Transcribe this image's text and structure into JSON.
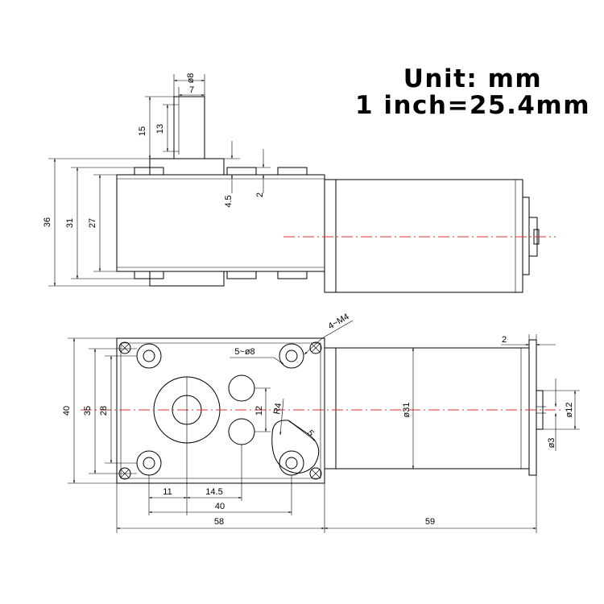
{
  "header": {
    "unit_text": "Unit: mm",
    "conversion_text": "1 inch=25.4mm"
  },
  "side_view": {
    "dims": {
      "total_height": "36",
      "body_height_outer": "31",
      "body_height_inner": "27",
      "shaft_length": "15",
      "shaft_flat_length": "13",
      "shaft_diameter": "ø8",
      "shaft_flat": "7",
      "shoulder_height": "4.5",
      "boss_height": "2"
    }
  },
  "front_view": {
    "dims": {
      "mount_holes": "4~M4",
      "holes": "5~ø8",
      "height_outer": "40",
      "height_holes": "35",
      "height_inner": "28",
      "hole_spacing_v": "12",
      "radius": "R4",
      "slot": "5",
      "motor_diameter": "ø31",
      "endcap": "2",
      "motor_boss": "ø12",
      "motor_shaft": "ø3",
      "h_dim_11": "11",
      "h_dim_14_5": "14.5",
      "h_dim_40": "40",
      "gearbox_length": "58",
      "motor_length": "59"
    }
  },
  "colors": {
    "line": "#000000",
    "centerline": "#e03030",
    "background": "#ffffff"
  }
}
